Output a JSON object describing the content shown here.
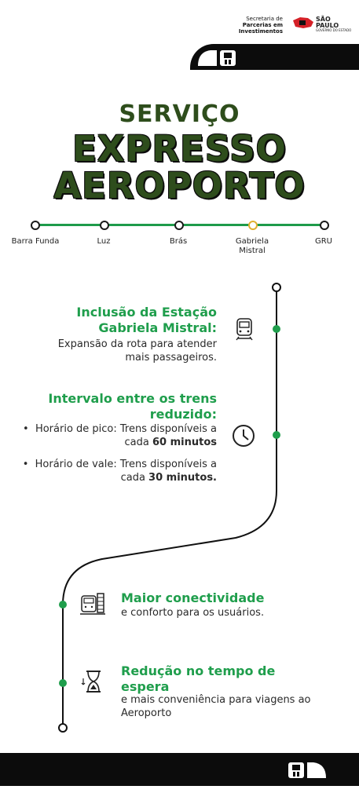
{
  "header": {
    "logo_line1": "Secretaria de",
    "logo_line2": "Parcerias em Investimentos",
    "logo_state": "SÃO PAULO",
    "logo_state_sub": "GOVERNO DO ESTADO"
  },
  "title": {
    "line1": "SERVIÇO",
    "line2": "EXPRESSO",
    "line3": "AEROPORTO"
  },
  "stations": [
    {
      "label": "Barra Funda"
    },
    {
      "label": "Luz"
    },
    {
      "label": "Brás"
    },
    {
      "label": "Gabriela Mistral"
    },
    {
      "label": "GRU"
    }
  ],
  "sections": {
    "s1": {
      "title": "Inclusão da Estação Gabriela Mistral:",
      "body": "Expansão da rota para atender mais passageiros."
    },
    "s2": {
      "title": "Intervalo entre os trens reduzido:",
      "bullet1_text": "Horário de pico: Trens disponíveis a cada ",
      "bullet1_bold": "60 minutos",
      "bullet2_text": "Horário de vale: Trens disponíveis a cada ",
      "bullet2_bold": "30 minutos."
    },
    "s3": {
      "title": "Maior conectividade",
      "body": "e conforto para os usuários."
    },
    "s4": {
      "title": "Redução no tempo de espera",
      "body": "e mais conveniência para viagens ao Aeroporto"
    }
  },
  "colors": {
    "green": "#1f9e4c",
    "dark_green": "#2e4d1c",
    "black": "#0c0c0c",
    "yellow": "#e0b030"
  },
  "icons": {
    "s1": "train-icon",
    "s2": "clock-icon",
    "s3": "station-icon",
    "s4": "hourglass-icon"
  }
}
